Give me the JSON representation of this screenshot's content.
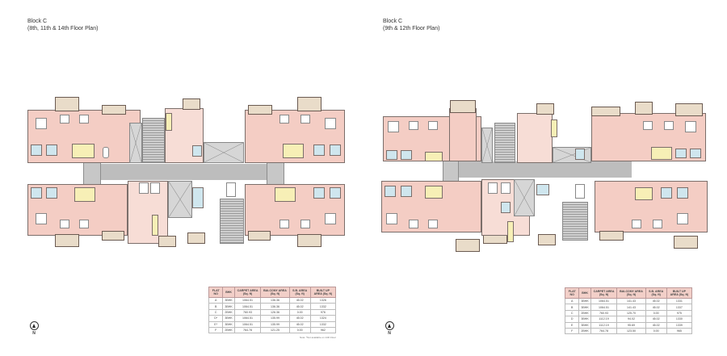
{
  "left_panel": {
    "title_line1": "Block C",
    "title_line2": "(8th, 11th & 14th Floor Plan)",
    "compass_label": "N",
    "table": {
      "headers": [
        "FLAT NO",
        "BHK",
        "CARPET AREA (Sq. ft)",
        "BALCONY AREA (Sq. ft)",
        "S.B. AREA (Sq. ft)",
        "BUILT UP AREA (Sq. ft)"
      ],
      "rows": [
        [
          "A",
          "3BHK",
          "1064.51",
          "136.36",
          "45.02",
          "1326"
        ],
        [
          "B",
          "3BHK",
          "1064.51",
          "136.36",
          "45.02",
          "1332"
        ],
        [
          "C",
          "2BHK",
          "760.93",
          "126.36",
          "0.00",
          "976"
        ],
        [
          "D*",
          "3BHK",
          "1064.51",
          "135.99",
          "45.02",
          "1324"
        ],
        [
          "E*",
          "3BHK",
          "1064.51",
          "135.99",
          "45.02",
          "1332"
        ],
        [
          "F",
          "2BHK",
          "764.78",
          "121.25",
          "0.00",
          "962"
        ]
      ],
      "note": "Note: *Not available on 14th Floor"
    }
  },
  "right_panel": {
    "title_line1": "Block C",
    "title_line2": "(9th & 12th Floor Plan)",
    "compass_label": "N",
    "table": {
      "headers": [
        "FLAT NO",
        "BHK",
        "CARPET AREA (Sq. ft)",
        "BALCONY AREA (Sq. ft)",
        "S.B. AREA (Sq. ft)",
        "BUILT UP AREA (Sq. ft)"
      ],
      "rows": [
        [
          "A",
          "3BHK",
          "1064.51",
          "141.43",
          "45.02",
          "1331"
        ],
        [
          "B",
          "3BHK",
          "1064.51",
          "141.43",
          "45.02",
          "1337"
        ],
        [
          "C",
          "2BHK",
          "760.93",
          "125.70",
          "0.00",
          "975"
        ],
        [
          "D",
          "3BHK",
          "1112.19",
          "94.02",
          "45.02",
          "1330"
        ],
        [
          "E",
          "3BHK",
          "1112.19",
          "95.69",
          "45.02",
          "1339"
        ],
        [
          "F",
          "2BHK",
          "764.78",
          "123.50",
          "0.00",
          "965"
        ]
      ]
    }
  },
  "colors": {
    "unit_fill": "#f4cdc4",
    "balcony_fill": "#e9dcc9",
    "kitchen_fill": "#f7efb6",
    "bath_fill": "#cfe6ee",
    "core_fill": "#c7c7c7",
    "table_header_fill": "#f2cfc8"
  }
}
